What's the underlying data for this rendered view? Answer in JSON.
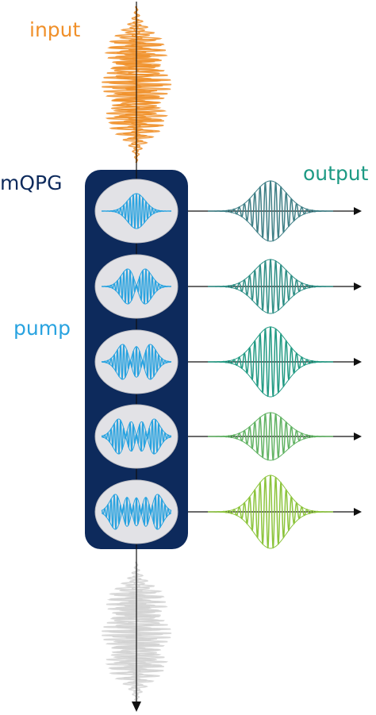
{
  "labels": {
    "input": "input",
    "mqpg": "mQPG",
    "pump": "pump",
    "output": "output"
  },
  "colors": {
    "input": "#f0902a",
    "mqpg_box": "#0d2a5c",
    "pump": "#29a3e0",
    "pump_cell_fill": "#e2e2e6",
    "residual": "#d2d2d2",
    "axis": "#111111",
    "output_channels": [
      "#3f7f86",
      "#2f8f86",
      "#239b84",
      "#62b364",
      "#8cc43c"
    ]
  },
  "diagram": {
    "channels": 5,
    "pump_modes": [
      0,
      1,
      2,
      3,
      4
    ]
  }
}
